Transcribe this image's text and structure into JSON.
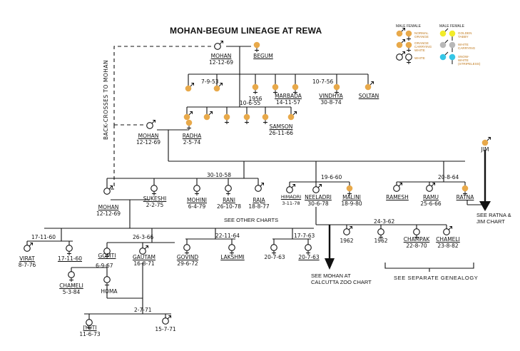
{
  "title": "MOHAN-BEGUM LINEAGE AT REWA",
  "side_label": "BACK-CROSSES TO MOHAN",
  "legend": {
    "male_female_1": "MALE  FEMALE",
    "male_female_2": "MALE  FEMALE",
    "normal_orange": "NORMAL ORANGE",
    "orange_carrying_white": "ORANGE CARRYING WHITE",
    "white": "WHITE",
    "golden_tabby": "GOLDEN TABBY",
    "white_carrying": "WHITE CARRYING",
    "snow_white": "SNOW-WHITE (STRIPELESS)",
    "colors": {
      "orange": "#e8a94a",
      "yellow": "#f2ec2a",
      "grey": "#b8b8b8",
      "cyan": "#35c6e6"
    }
  },
  "people": {
    "mohan_top": {
      "name": "MOHAN",
      "date": "12-12-69"
    },
    "begum": {
      "name": "BEGUM",
      "date": ""
    },
    "b1956": {
      "name": "",
      "date": "1956"
    },
    "marbada": {
      "name": "MARBADA",
      "date": "14-11-57"
    },
    "vindhya": {
      "name": "VINDHYA",
      "date": "30-8-74"
    },
    "soltan": {
      "name": "SOLTAN",
      "date": ""
    },
    "samson": {
      "name": "SAMSON",
      "date": "26-11-66"
    },
    "mohan_mid": {
      "name": "MOHAN",
      "date": "12-12-69"
    },
    "radha": {
      "name": "RADHA",
      "date": "2-5-74"
    },
    "jim": {
      "name": "JIM",
      "date": ""
    },
    "mohan_low": {
      "name": "MOHAN",
      "date": "12-12-69"
    },
    "sukeshi": {
      "name": "SUKESHI",
      "date": "2-2-75"
    },
    "mohini": {
      "name": "MOHINI",
      "date": "6-4-79"
    },
    "rani": {
      "name": "RANI",
      "date": "26-10-78"
    },
    "raja": {
      "name": "RAJA",
      "date": "18-8-77"
    },
    "himadri": {
      "name": "HIMADRI",
      "date": "3-11-78"
    },
    "neeladri": {
      "name": "NEELADRI",
      "date": "30-6-78"
    },
    "malini": {
      "name": "MALINI",
      "date": "18-9-80"
    },
    "ramesh": {
      "name": "RAMESH",
      "date": ""
    },
    "ramu": {
      "name": "RAMU",
      "date": "25-6-66"
    },
    "ratna": {
      "name": "RATNA",
      "date": ""
    },
    "virat": {
      "name": "VIRAT",
      "date": "8-7-76"
    },
    "v2": {
      "name": "",
      "date": "17-11-60"
    },
    "gomti": {
      "name": "GOMTI",
      "date": ""
    },
    "gautam": {
      "name": "GAUTAM",
      "date": "16-8-71"
    },
    "govind": {
      "name": "GOVIND",
      "date": "29-6-72"
    },
    "lakshmi": {
      "name": "LAKSHMI",
      "date": ""
    },
    "c20a": {
      "name": "",
      "date": "20-7-63"
    },
    "c20b": {
      "name": "",
      "date": "20-7-63"
    },
    "b1962a": {
      "name": "",
      "date": "1962"
    },
    "b1962b": {
      "name": "",
      "date": "1962"
    },
    "champak": {
      "name": "CHAMPAK",
      "date": "22-8-70"
    },
    "chameli_r": {
      "name": "CHAMELI",
      "date": "23-8-82"
    },
    "chameli_l": {
      "name": "CHAMELI",
      "date": "5-3-84"
    },
    "homa": {
      "name": "HOMA",
      "date": ""
    },
    "jyoti": {
      "name": "JYOTI",
      "date": "11-6-73"
    },
    "c15": {
      "name": "",
      "date": "15-7-71"
    }
  },
  "dates": {
    "d7953": "7-9-53",
    "d10756": "10-7-56",
    "d10655": "10-6-55",
    "d301058": "30-10-58",
    "d19660": "19-6-60",
    "d20864": "20-8-64",
    "d24362": "24-3-62",
    "d171160": "17-11-60",
    "d26366": "26-3-66",
    "d221164": "22-11-64",
    "d17763": "17-7-63",
    "d6967": "6-9-67",
    "d2771": "2-7-71"
  },
  "notes": {
    "see_other": "SEE OTHER CHARTS",
    "see_ratna_1": "SEE RATNA &",
    "see_ratna_2": "JIM CHART",
    "see_mohan_1": "SEE MOHAN AT",
    "see_mohan_2": "CALCUTTA ZOO CHART",
    "separate": "SEE    SEPARATE    GENEALOGY"
  }
}
